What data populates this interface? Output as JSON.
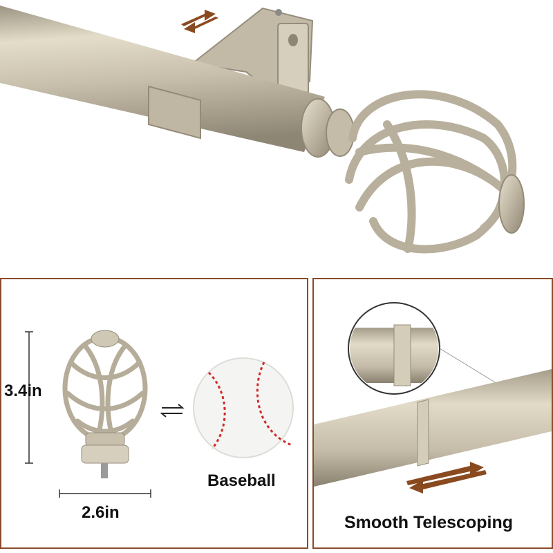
{
  "dimensions": {
    "height": "3.4in",
    "width": "2.6in"
  },
  "comparison": {
    "object": "Baseball"
  },
  "feature": {
    "title": "Smooth Telescoping"
  },
  "colors": {
    "rod": "#c8c0ac",
    "rod_shadow": "#9c9482",
    "accent_arrow": "#8a4a20",
    "frame": "#8a4a2a"
  },
  "icons": [
    "adjust-arrows-icon",
    "swap-arrows-icon",
    "telescoping-arrows-icon"
  ]
}
